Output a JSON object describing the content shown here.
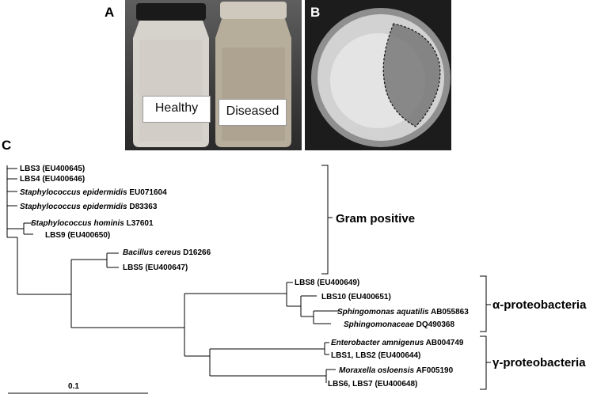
{
  "panels": {
    "a": "A",
    "b": "B",
    "c": "C"
  },
  "photo_a": {
    "left_label": "Healthy",
    "right_label": "Diseased"
  },
  "tree": {
    "scale_label": "0.1",
    "taxa": [
      {
        "italic": "",
        "normal": "LBS3 (EU400645)"
      },
      {
        "italic": "",
        "normal": "LBS4 (EU400646)"
      },
      {
        "italic": "Staphylococcus epidermidis",
        "normal": " EU071604"
      },
      {
        "italic": "Staphylococcus epidermidis",
        "normal": " D83363"
      },
      {
        "italic": "Staphylococcus hominis",
        "normal": " L37601"
      },
      {
        "italic": "",
        "normal": "LBS9 (EU400650)"
      },
      {
        "italic": "Bacillus cereus",
        "normal": " D16266"
      },
      {
        "italic": "",
        "normal": "LBS5 (EU400647)"
      },
      {
        "italic": "",
        "normal": "LBS8 (EU400649)"
      },
      {
        "italic": "",
        "normal": "LBS10 (EU400651)"
      },
      {
        "italic": "Sphingomonas aquatilis",
        "normal": " AB055863"
      },
      {
        "italic": "Sphingomonaceae",
        "normal": " DQ490368"
      },
      {
        "italic": "Enterobacter amnigenus",
        "normal": " AB004749"
      },
      {
        "italic": "",
        "normal": "LBS1, LBS2 (EU400644)"
      },
      {
        "italic": "Moraxella osloensis",
        "normal": " AF005190"
      },
      {
        "italic": "",
        "normal": "LBS6, LBS7 (EU400648)"
      }
    ],
    "groups": [
      "Gram positive",
      "α-proteobacteria",
      "γ-proteobacteria"
    ]
  }
}
